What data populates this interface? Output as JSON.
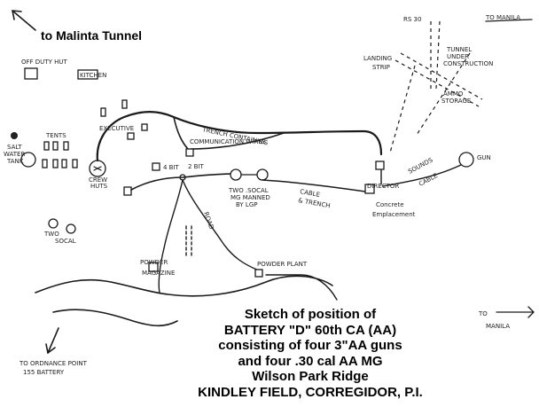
{
  "direction_labels": {
    "malinta": "to Malinta Tunnel",
    "ordnance": [
      "TO ORDNANCE POINT",
      "155 BATTERY"
    ]
  },
  "handwritten_labels": {
    "off_duty_hut": "OFF DUTY HUT",
    "kitchen": "KITCHEN",
    "tents": "TENTS",
    "salt_water_tank": [
      "SALT",
      "WATER",
      "TANK"
    ],
    "crew_huts": [
      "CREW",
      "HUTS"
    ],
    "trench": [
      "TRENCH CONTAINING",
      "COMMUNICATION WIRES"
    ],
    "ammo_hut": "2 BIT",
    "two_socal": [
      "TWO .SOCAL",
      "MG MANNED",
      "BY LGP"
    ],
    "cable_trench": [
      "CABLE",
      "& TRENCH"
    ],
    "director": [
      "DIRECTOR",
      "Concrete",
      "Emplacement"
    ],
    "sounds_cable": [
      "SOUNDS",
      "CABLE"
    ],
    "gun": "GUN",
    "tunnel": [
      "TUNNEL",
      "UNDER",
      "CONSTRUCTION"
    ],
    "ammo_storage": [
      "AMMO",
      "STORAGE"
    ],
    "landing_strip": [
      "LANDING",
      "STRIP"
    ],
    "rs30": "RS 30",
    "top_right": "TO MANILA",
    "bottom_right": [
      "TO",
      "MANILA"
    ],
    "powder": [
      "POWDER",
      "MAGAZINE"
    ],
    "road": "ROAD",
    "mg_pit": [
      "TWO",
      "SOCAL"
    ]
  },
  "caption_lines": [
    "Sketch of position of",
    "BATTERY \"D\" 60th CA (AA)",
    "consisting of four 3\"AA guns",
    "and four .30 cal AA MG",
    "Wilson Park Ridge",
    "KINDLEY FIELD, CORREGIDOR, P.I."
  ]
}
